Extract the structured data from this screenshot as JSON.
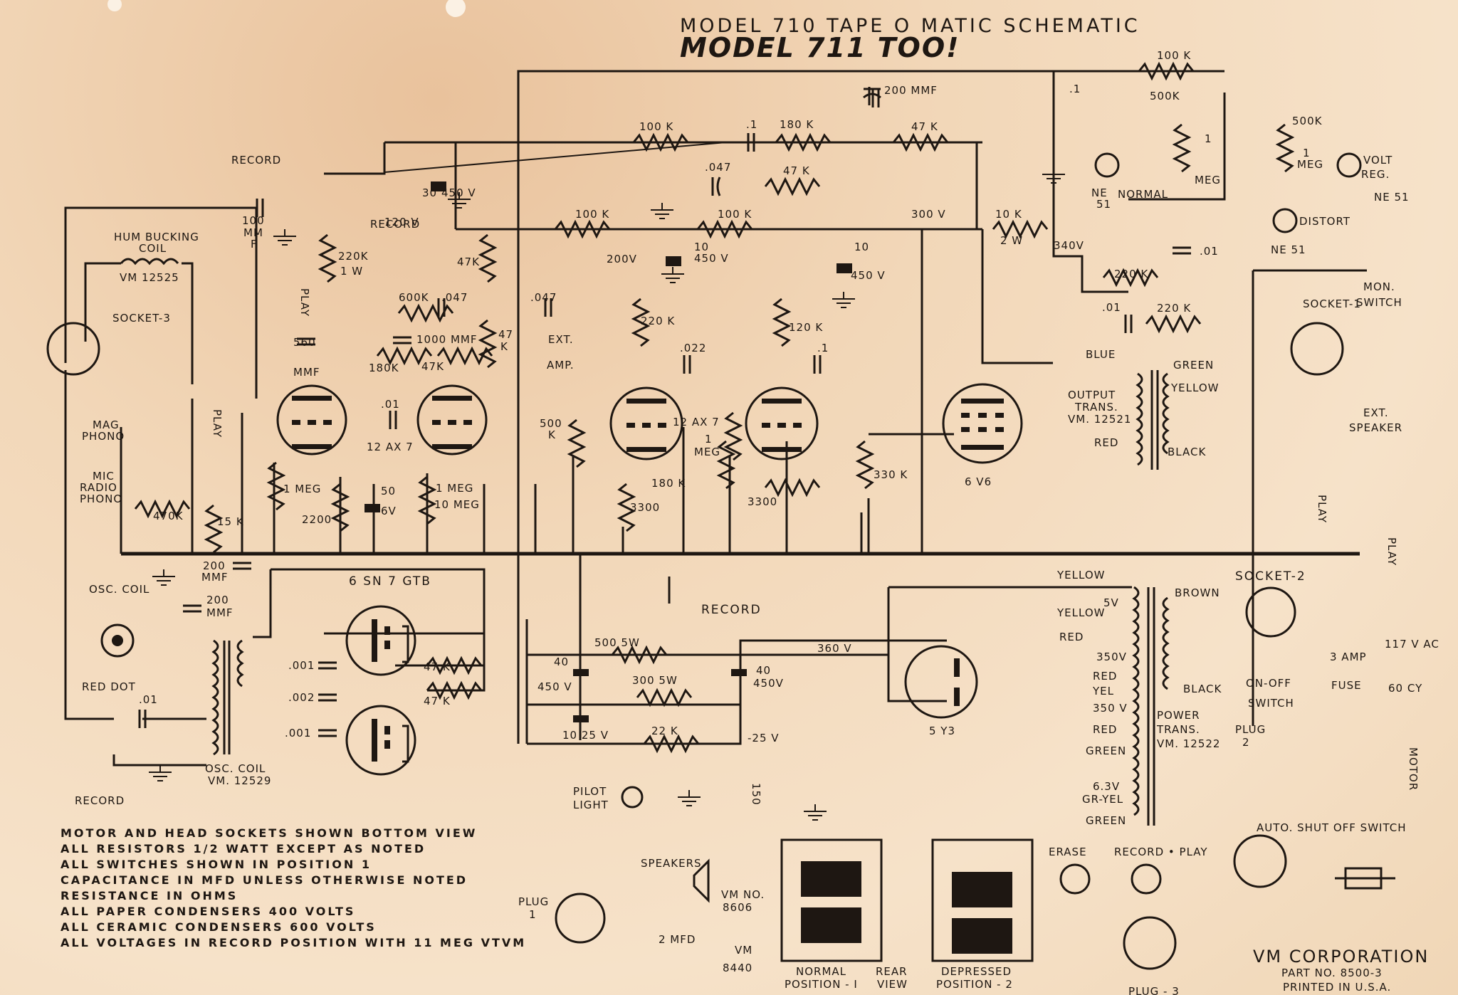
{
  "title": "MODEL 710   TAPE O MATIC   SCHEMATIC",
  "handwritten": "MODEL 711 TOO!",
  "labels": {
    "record_top": "RECORD",
    "record_sw2": "RECORD",
    "record_sw3": "RECORD",
    "record_bottom": "RECORD",
    "play_a": "PLAY",
    "play_b": "PLAY",
    "play_c": "PLAY",
    "play_d": "PLAY",
    "hum_coil": "HUM BUCKING",
    "hum_coil2": "COIL",
    "hum_vm": "VM 12525",
    "socket3": "SOCKET-3",
    "socket1": "SOCKET-1",
    "socket2": "SOCKET-2",
    "mag_phono": "MAG",
    "mag_phono2": "PHONO",
    "mic": "MIC",
    "radio": "RADIO",
    "phono": "PHONO",
    "ext_amp": "EXT.",
    "ext_amp2": "AMP.",
    "ext_speaker": "EXT.",
    "ext_speaker2": "SPEAKER",
    "mon_switch": "MON.",
    "mon_switch2": "SWITCH",
    "volt_reg": "VOLT",
    "volt_reg2": "REG.",
    "ne51_a": "NE 51",
    "ne51_b": "NE",
    "ne51_b2": "51",
    "ne51_c": "NE 51",
    "normal": "NORMAL",
    "distort": "DISTORT",
    "output_trans": "OUTPUT",
    "output_trans2": "TRANS.",
    "output_trans3": "VM. 12521",
    "blue": "BLUE",
    "green": "GREEN",
    "yellow": "YELLOW",
    "red": "RED",
    "black": "BLACK",
    "osc_coil_top": "OSC. COIL",
    "red_dot": "RED DOT",
    "osc_coil_bottom": "OSC. COIL",
    "osc_coil_vm": "VM. 12529",
    "tube_6sn7": "6 SN 7  GTB",
    "tube_12ax7_a": "12 AX 7",
    "tube_12ax7_b": "12 AX 7",
    "tube_6v6": "6 V6",
    "tube_5y3": "5 Y3",
    "power_trans": "POWER",
    "power_trans2": "TRANS.",
    "power_trans3": "VM. 12522",
    "brown": "BROWN",
    "black2": "BLACK",
    "onoff": "ON-OFF",
    "onoff2": "SWITCH",
    "fuse": "FUSE",
    "fuse_val": "3 AMP",
    "ac": "117 V AC",
    "cy": "60 CY",
    "plug2": "PLUG",
    "plug2n": "2",
    "motor": "MOTOR",
    "auto_shutoff": "AUTO. SHUT OFF SWITCH",
    "pilot": "PILOT",
    "pilot2": "LIGHT",
    "speakers": "SPEAKERS",
    "plug1": "PLUG",
    "plug1n": "1",
    "two_mfd": "2 MFD",
    "vm_no": "VM NO.",
    "vm_8606": "8606",
    "vm_8440a": "VM",
    "vm_8440b": "8440",
    "normal_pos": "NORMAL",
    "normal_pos2": "POSITION - I",
    "rear_view": "REAR",
    "rear_view2": "VIEW",
    "depressed": "DEPRESSED",
    "depressed2": "POSITION - 2",
    "erase": "ERASE",
    "record_play": "RECORD • PLAY",
    "plug3": "PLUG - 3",
    "corp": "VM CORPORATION",
    "part_no": "PART  NO.  8500-3",
    "printed": "PRINTED  IN  U.S.A.",
    "v_120": "120 V",
    "v_200": "200V",
    "v_300": "300 V",
    "v_340": "340V",
    "v_360": "360 V",
    "v_350a": "350V",
    "v_350b": "350 V",
    "v_5": "5V",
    "v_neg25": "-25 V",
    "v_63": "6.3V",
    "gr_yel": "GR-YEL",
    "yel": "YEL"
  },
  "values": {
    "r100k_top": "100 K",
    "pot500k_a": "500K",
    "pot500k_b": "500K",
    "c200mmf": "200 MMF",
    "r100k_b": "100 K",
    "c01_a": ".1",
    "r180k_a": "180 K",
    "r47k_a": "47 K",
    "c047_a": ".047",
    "r47k_b": "47 K",
    "c30": "30",
    "c30v": "450 V",
    "c1_top": ".1",
    "r1meg_a": "1",
    "r1meg_a2": "MEG",
    "r1meg_b": "1",
    "r1meg_b2": "MEG",
    "c100mmf": "100",
    "c100mmf2": "MM",
    "c100mmf3": "F",
    "r220k_1w": "220K",
    "r220k_1w2": "1 W",
    "r47k_c": "47K",
    "r600k": "600K",
    "c047_b": ".047",
    "c047_c": ".047",
    "c1000mmf": "1000 MMF",
    "r47k_d": "47",
    "r47k_d2": "K",
    "r180k_b": "180K",
    "r47k_e": "47K",
    "c560": "560",
    "c560b": "MMF",
    "c01_b": ".01",
    "r100k_c": "100 K",
    "r100k_d": "100 K",
    "r10k": "10 K",
    "r10k2": "2 W",
    "c10_a": "10",
    "c10_a2": "450 V",
    "c10_b": "10",
    "c10_b2": "450 V",
    "r220k_a": "220 K",
    "r220k_b": "220 K",
    "c01_c": ".01",
    "r220k_c": "220 K",
    "c01_d": ".01",
    "r120k": "120 K",
    "c022": ".022",
    "c1_b": ".1",
    "pot500k_c": "500",
    "pot500k_c2": "K",
    "r1meg_c": "1",
    "r1meg_c2": "MEG",
    "r180k_c": "180 K",
    "r3300_a": "3300",
    "r3300_b": "3300",
    "r330k": "330 K",
    "r1meg_d": "1 MEG",
    "r1meg_e": "1 MEG",
    "r10meg": "10 MEG",
    "r2200": "2200",
    "c50": "50",
    "c50v": "6V",
    "r470k": "470K",
    "r15k": "15 K",
    "c200mmf_b": "200",
    "c200mmf_b2": "MMF",
    "c200mmf_c": "200",
    "c200mmf_c2": "MMF",
    "c01_e": ".01",
    "c001_a": ".001",
    "c002": ".002",
    "c001_b": ".001",
    "r47k_f": "47 K",
    "r47k_g": "47 K",
    "r500_5w": "500   5W",
    "r300_5w": "300   5W",
    "r22k": "22 K",
    "c40_a": "40",
    "c40_a2": "450 V",
    "c40_b": "40",
    "c40_b2": "450V",
    "c10_25": "10   25   V",
    "r150": "150"
  },
  "notes": [
    "MOTOR  AND  HEAD  SOCKETS  SHOWN  BOTTOM  VIEW",
    "ALL  RESISTORS  1/2  WATT  EXCEPT  AS  NOTED",
    "ALL  SWITCHES  SHOWN  IN  POSITION   1",
    "CAPACITANCE   IN   MFD  UNLESS  OTHERWISE  NOTED",
    "RESISTANCE   IN   OHMS",
    "ALL  PAPER  CONDENSERS   400   VOLTS",
    "ALL  CERAMIC  CONDENSERS   600  VOLTS",
    "ALL  VOLTAGES  IN RECORD POSITION  WITH  11 MEG  VTVM"
  ]
}
